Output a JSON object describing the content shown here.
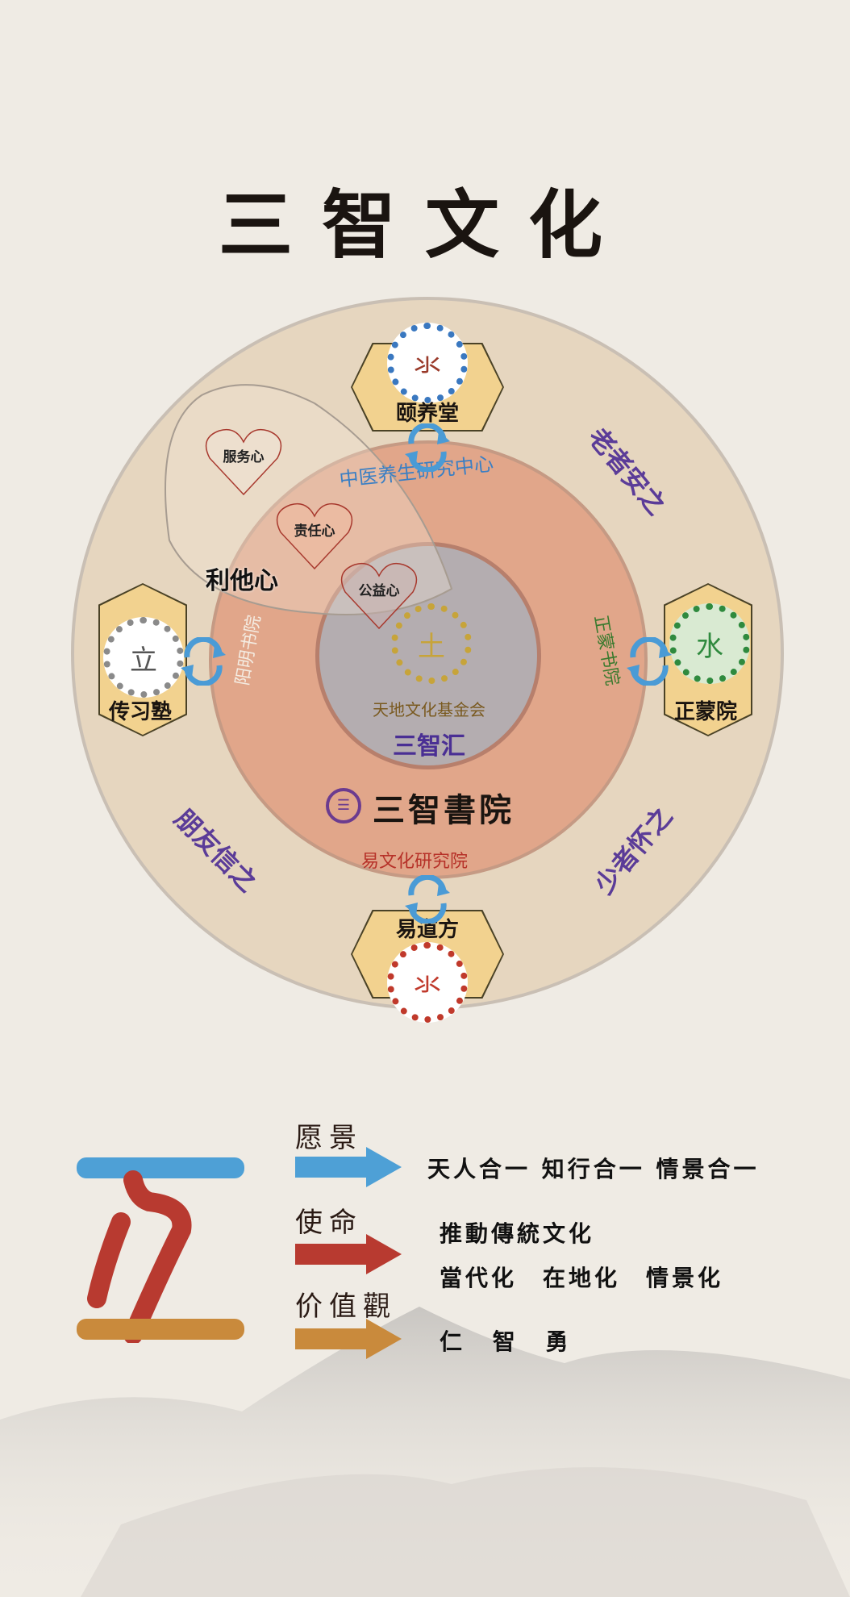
{
  "title": "三智文化",
  "diagram": {
    "center": {
      "org": "天地文化基金会",
      "name": "三智汇"
    },
    "nodes": [
      {
        "name": "颐养堂",
        "institute": "中医养生研究中心",
        "seal_color": "#3a78c0"
      },
      {
        "name": "传习塾",
        "institute": "阳明书院",
        "seal_color": "#8a8a8a"
      },
      {
        "name": "正蒙院",
        "institute": "正蒙书院",
        "seal_color": "#2f8a3e"
      },
      {
        "name": "易道方",
        "institute": "易文化研究院",
        "seal_color": "#c0392b"
      }
    ],
    "hearts": [
      "服务心",
      "责任心",
      "公益心"
    ],
    "altruism": "利他心",
    "outer_labels": [
      "老者安之",
      "朋友信之",
      "少者怀之"
    ],
    "logo": "三智書院",
    "colors": {
      "outer": "#e6d6bf",
      "middle": "#e1a68a",
      "inner": "#b4adb0",
      "accent": "#5b3c98",
      "cycle": "#4a9bd6"
    }
  },
  "principles": [
    {
      "label": "愿景",
      "color": "#4ea0d6",
      "lines": [
        "天人合一 知行合一 情景合一"
      ]
    },
    {
      "label": "使命",
      "color": "#b83a30",
      "lines": [
        "推動傳統文化",
        "當代化　在地化　情景化"
      ]
    },
    {
      "label": "价值觀",
      "color": "#c98a3c",
      "lines": [
        "仁 智 勇"
      ]
    }
  ]
}
